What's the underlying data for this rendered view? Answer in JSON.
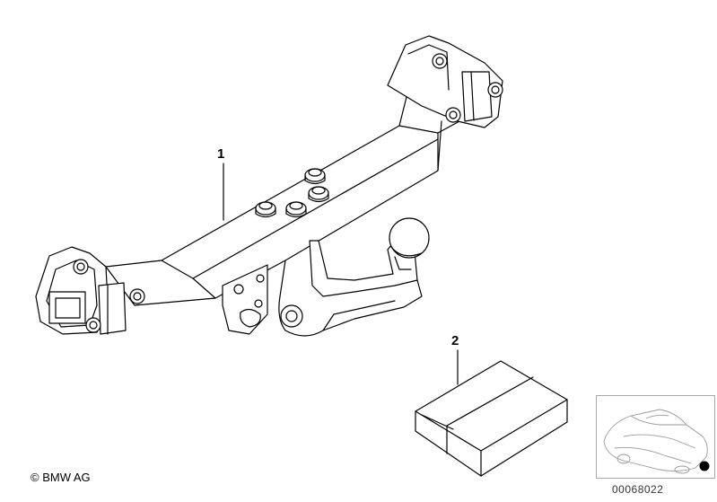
{
  "callouts": [
    {
      "number": "1"
    },
    {
      "number": "2"
    }
  ],
  "copyright": "© BMW AG",
  "reference_number": "00068022"
}
